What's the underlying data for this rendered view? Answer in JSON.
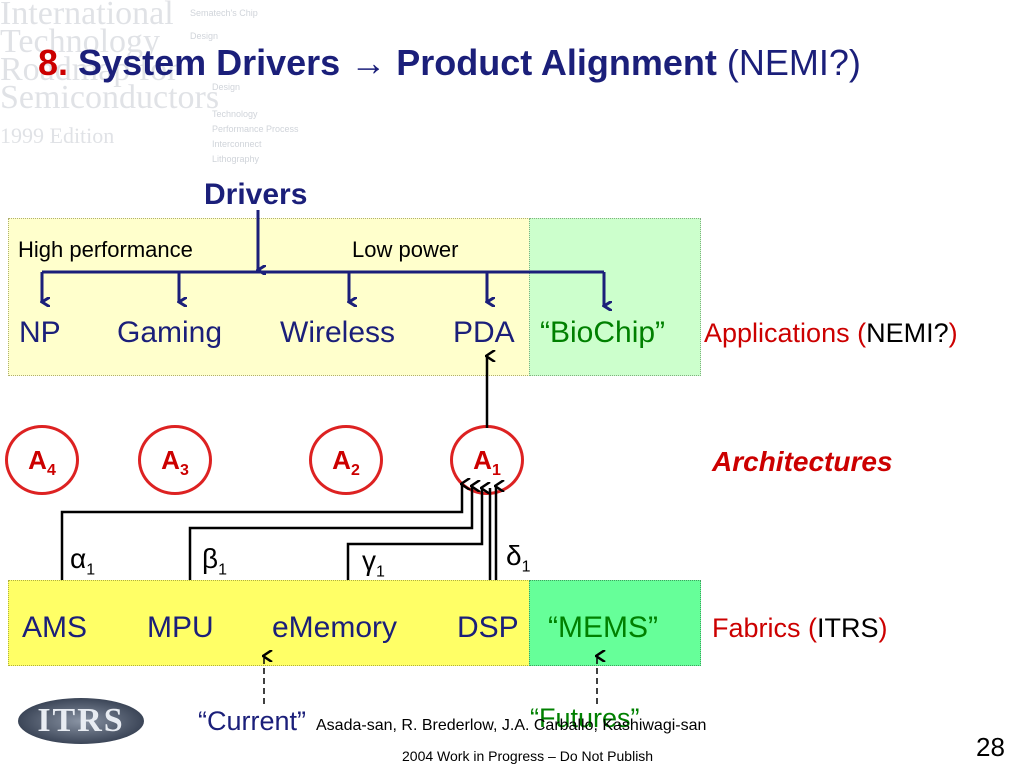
{
  "watermark": {
    "lines": [
      "International",
      "Technology",
      "Roadmap for",
      "Semiconductors"
    ],
    "edition": "1999 Edition",
    "side_items": [
      "Sematech's Chip",
      "Design",
      "Design",
      "Technology",
      "Performance Process",
      "Interconnect",
      "Lithography"
    ]
  },
  "title": {
    "number": "8.",
    "main": "System Drivers → Product Alignment",
    "paren": "(NEMI?)"
  },
  "drivers": {
    "heading": "Drivers",
    "high": "High performance",
    "low": "Low power"
  },
  "applications": {
    "items": [
      "NP",
      "Gaming",
      "Wireless",
      "PDA"
    ],
    "future": "“BioChip”",
    "label_prefix": "Applications (",
    "label_org": "NEMI?",
    "label_suffix": ")"
  },
  "architectures": {
    "heading": "Architectures",
    "circles": [
      {
        "letter": "A",
        "sub": "4"
      },
      {
        "letter": "A",
        "sub": "3"
      },
      {
        "letter": "A",
        "sub": "2"
      },
      {
        "letter": "A",
        "sub": "1"
      }
    ]
  },
  "greek": [
    {
      "sym": "α",
      "sub": "1"
    },
    {
      "sym": "β",
      "sub": "1"
    },
    {
      "sym": "γ",
      "sub": "1"
    },
    {
      "sym": "δ",
      "sub": "1"
    }
  ],
  "fabrics": {
    "items": [
      "AMS",
      "MPU",
      "eMemory",
      "DSP"
    ],
    "future": "“MEMS”",
    "label_prefix": "Fabrics (",
    "label_org": "ITRS",
    "label_suffix": ")"
  },
  "bottom": {
    "current": "“Current”",
    "futures": "“Futures”",
    "credits": "Asada-san, R. Brederlow, J.A. Carballo, Kashiwagi-san",
    "notice": "2004 Work in Progress – Do Not Publish",
    "page": "28",
    "logo": "ITRS"
  },
  "colors": {
    "title_blue": "#1b1f7a",
    "red": "#cc0000",
    "green": "#008000",
    "yellow_box": "#ffffcc",
    "yellow_box2": "#ffff66",
    "green_box": "#ccffcc",
    "green_box2": "#66ff99",
    "arrow": "#1b1f7a"
  }
}
